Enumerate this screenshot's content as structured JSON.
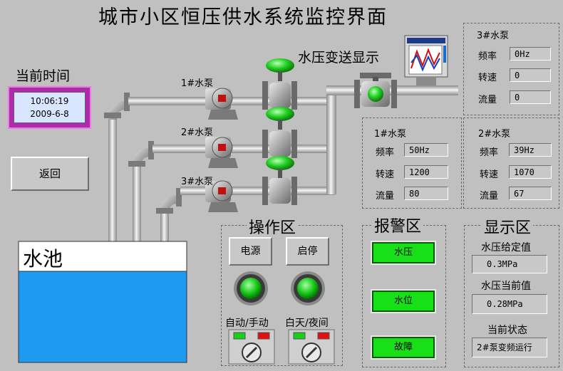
{
  "title": "城市小区恒压供水系统监控界面",
  "clock": {
    "label": "当前时间",
    "time": "10:06:19",
    "date": "2009-6-8"
  },
  "back_button": "返回",
  "pool": {
    "label": "水池"
  },
  "pumps": {
    "p1": "1#水泵",
    "p2": "2#水泵",
    "p3": "3#水泵"
  },
  "pressure_display": {
    "label": "水压变送显示"
  },
  "pump_status": {
    "p1": {
      "title": "1#水泵",
      "freq_label": "频率",
      "freq": "50Hz",
      "speed_label": "转速",
      "speed": "1200",
      "flow_label": "流量",
      "flow": "80"
    },
    "p2": {
      "title": "2#水泵",
      "freq_label": "频率",
      "freq": "39Hz",
      "speed_label": "转速",
      "speed": "1070",
      "flow_label": "流量",
      "flow": "67"
    },
    "p3": {
      "title": "3#水泵",
      "freq_label": "频率",
      "freq": "0Hz",
      "speed_label": "转速",
      "speed": "0",
      "flow_label": "流量",
      "flow": "0"
    }
  },
  "operation": {
    "title": "操作区",
    "power": "电源",
    "start_stop": "启停",
    "auto_manual": "自动/手动",
    "day_night": "白天/夜间"
  },
  "alarm": {
    "title": "报警区",
    "pressure": "水压",
    "level": "水位",
    "fault": "故障"
  },
  "display": {
    "title": "显示区",
    "set_label": "水压给定值",
    "set_value": "0.3MPa",
    "current_label": "水压当前值",
    "current_value": "0.28MPa",
    "state_label": "当前状态",
    "state_value": "2#泵变频运行"
  },
  "colors": {
    "background": "#c0c0c0",
    "water": "#1e9bf0",
    "alarm_green": "#18e018",
    "clock_frame": "#b02aa9"
  }
}
